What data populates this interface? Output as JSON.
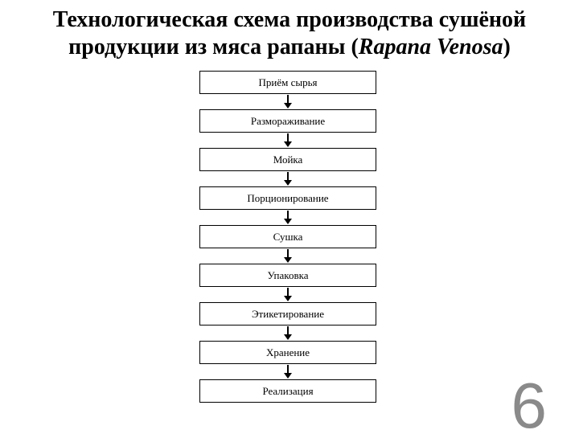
{
  "title": {
    "line1": "Технологическая схема производства сушёной",
    "line2_prefix": "продукции из мяса рапаны (",
    "line2_italic": "Rapana Venosa",
    "line2_suffix": ")"
  },
  "flowchart": {
    "steps": [
      {
        "label": "Приём сырья"
      },
      {
        "label": "Размораживание"
      },
      {
        "label": "Мойка"
      },
      {
        "label": "Порционирование"
      },
      {
        "label": "Сушка"
      },
      {
        "label": "Упаковка"
      },
      {
        "label": "Этикетирование"
      },
      {
        "label": "Хранение"
      },
      {
        "label": "Реализация"
      }
    ]
  },
  "page_number": "6",
  "colors": {
    "background": "#ffffff",
    "text": "#000000",
    "box_border": "#000000",
    "page_number": "#8a8a8a"
  }
}
